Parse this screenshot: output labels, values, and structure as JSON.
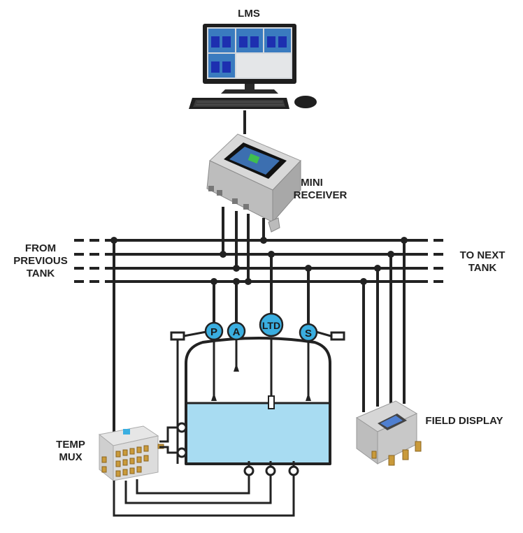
{
  "labels": {
    "lms": "LMS",
    "mini_receiver_line1": "MINI",
    "mini_receiver_line2": "RECEIVER",
    "from_line1": "FROM",
    "from_line2": "PREVIOUS",
    "from_line3": "TANK",
    "to_line1": "TO NEXT",
    "to_line2": "TANK",
    "temp_mux_line1": "TEMP",
    "temp_mux_line2": "MUX",
    "field_display": "FIELD DISPLAY"
  },
  "sensors": {
    "pressure": "P",
    "a": "A",
    "ltd": "LTD",
    "s": "S"
  },
  "colors": {
    "line": "#222222",
    "liquid": "#a8dcf2",
    "sensor_fill": "#3aaee0",
    "steel": "#c9c9c9"
  }
}
